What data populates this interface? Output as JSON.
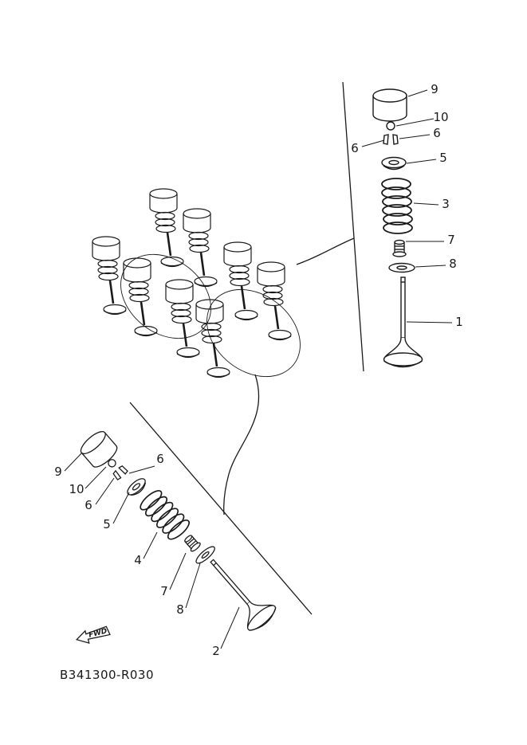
{
  "diagram": {
    "code": "B341300-R030",
    "fwd": "FWD"
  },
  "callouts_top": [
    "9",
    "10",
    "6",
    "6",
    "5",
    "3",
    "7",
    "8",
    "1"
  ],
  "callouts_bottom": [
    "9",
    "10",
    "6",
    "6",
    "5",
    "4",
    "7",
    "8",
    "2"
  ]
}
